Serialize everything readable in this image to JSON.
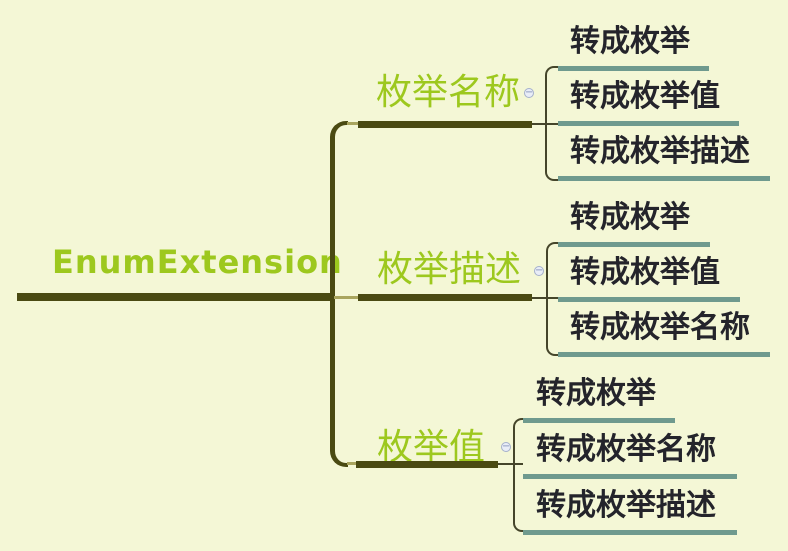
{
  "colors": {
    "background": "#f4f7d6",
    "branch_line": "#4a4a12",
    "thin_connector_dark": "#45452a",
    "thin_connector_light": "#a9a55e",
    "child_underline": "#6f9a8e",
    "accent_text": "#9dc81e",
    "child_text": "#24242b",
    "toggle_border": "#a5b0cc",
    "toggle_fill": "#e9edf7"
  },
  "root": {
    "label": "EnumExtension"
  },
  "branches": [
    {
      "label": "枚举名称",
      "children": [
        "转成枚举",
        "转成枚举值",
        "转成枚举描述"
      ]
    },
    {
      "label": "枚举描述",
      "children": [
        "转成枚举",
        "转成枚举值",
        "转成枚举名称"
      ]
    },
    {
      "label": "枚举值",
      "children": [
        "转成枚举",
        "转成枚举名称",
        "转成枚举描述"
      ]
    }
  ],
  "widgets": {
    "collapse_symbol": "−"
  }
}
